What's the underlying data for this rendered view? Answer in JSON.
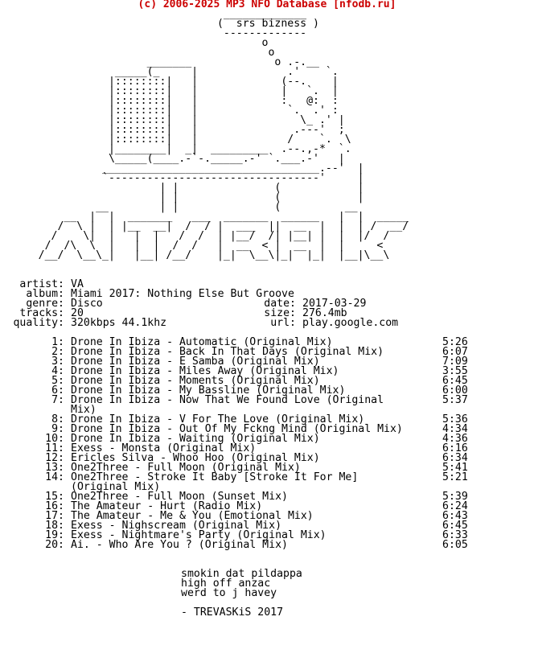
{
  "header": {
    "prefix": "(c) 2006-2025 MP3 NFO Database [",
    "link": "nfodb.ru",
    "suffix": "]"
  },
  "art": "                                   _____________\n                                  (  srs bizness )\n                                   -------------\n                                         o\n                                          o\n                       _______             o .-.__\n                  _____(_     |              .'    `.\n                 |::::::::|   |             (--.    |\n                 |::::::::|   |             |   `.  |\n                 |::::::::|   |             :   @:  :\n                 |::::::::|   |              `.  .' :\n                 |::::::::|   |                \\_ .' |\n                 |::::::::|   |               .---'  ;\n                 |::::::::|   |              /    `.  \\\n                 |________|  _|  _________  .--.,-*  `.\n                 \\_____(____.-`-._____.-' `.___.-'   |\n                __________________________________.--'  |\n                `---------------------------------'     |\n                         | |               (            |\n                         | |               (            |\n               __        | |               (          __\n          __  |  |  _______   ___  _______  ______   |  |  _____\n         /  \\ |  | |__  __|  /  / |  ___  ||  __  |  |  | /  __/\n        /    \\|  |   |  |   /  /  | |__/  /| |__| |  |  |/  /\n       /  /\\  \\  |   |  |  /  /   |  __  < |  __  |  |     <\n      /__/  \\__\\_|   |__| /__/    |_|  \\__\\|_|  |_|  |__|\\__\\",
  "info": {
    "artist_label": "artist:",
    "artist": "VA",
    "album_label": "album:",
    "album": "Miami 2017: Nothing Else But Groove",
    "genre_label": "genre:",
    "genre": "Disco",
    "date_label": "date:",
    "date": "2017-03-29",
    "tracks_label": "tracks:",
    "tracks": "20",
    "size_label": "size:",
    "size": "276.4mb",
    "quality_label": "quality:",
    "quality": "320kbps 44.1khz",
    "url_label": "url:",
    "url": "play.google.com"
  },
  "tracklist": [
    {
      "num": "1:",
      "title": "Drone In Ibiza - Automatic (Original Mix)",
      "duration": "5:26"
    },
    {
      "num": "2:",
      "title": "Drone In Ibiza - Back In That Days (Original Mix)",
      "duration": "6:07"
    },
    {
      "num": "3:",
      "title": "Drone In Ibiza - E Samba (Original Mix)",
      "duration": "7:09"
    },
    {
      "num": "4:",
      "title": "Drone In Ibiza - Miles Away (Original Mix)",
      "duration": "3:55"
    },
    {
      "num": "5:",
      "title": "Drone In Ibiza - Moments (Original Mix)",
      "duration": "6:45"
    },
    {
      "num": "6:",
      "title": "Drone In Ibiza - My Bassline (Original Mix)",
      "duration": "6:00"
    },
    {
      "num": "7:",
      "title": "Drone In Ibiza - Now That We Found Love (Original",
      "title2": "Mix)",
      "duration": "5:37"
    },
    {
      "num": "8:",
      "title": "Drone In Ibiza - V For The Love (Original Mix)",
      "duration": "5:36"
    },
    {
      "num": "9:",
      "title": "Drone In Ibiza - Out Of My Fckng Mind (Original Mix)",
      "duration": "4:34"
    },
    {
      "num": "10:",
      "title": "Drone In Ibiza - Waiting (Original Mix)",
      "duration": "4:36"
    },
    {
      "num": "11:",
      "title": "Exess - Monsta (Original Mix)",
      "duration": "6:16"
    },
    {
      "num": "12:",
      "title": "Ericles Silva - Whoo Hoo (Original Mix)",
      "duration": "6:34"
    },
    {
      "num": "13:",
      "title": "One2Three - Full Moon (Original Mix)",
      "duration": "5:41"
    },
    {
      "num": "14:",
      "title": "One2Three - Stroke It Baby [Stroke It For Me]",
      "title2": "(Original Mix)",
      "duration": "5:21"
    },
    {
      "num": "15:",
      "title": "One2Three - Full Moon (Sunset Mix)",
      "duration": "5:39"
    },
    {
      "num": "16:",
      "title": "The Amateur - Hurt (Radio Mix)",
      "duration": "6:24"
    },
    {
      "num": "17:",
      "title": "The Amateur - Me & You (Emotional Mix)",
      "duration": "6:43"
    },
    {
      "num": "18:",
      "title": "Exess - Nighscream (Original Mix)",
      "duration": "6:45"
    },
    {
      "num": "19:",
      "title": "Exess - Nightmare's Party (Original Mix)",
      "duration": "6:33"
    },
    {
      "num": "20:",
      "title": "Ai. - Who Are You ? (Original Mix)",
      "duration": "6:05"
    }
  ],
  "outro": {
    "line1": "smokin dat pildappa",
    "line2": "high off anzac",
    "line3": "werd to j havey",
    "signature": "- TREVASKiS 2017"
  }
}
